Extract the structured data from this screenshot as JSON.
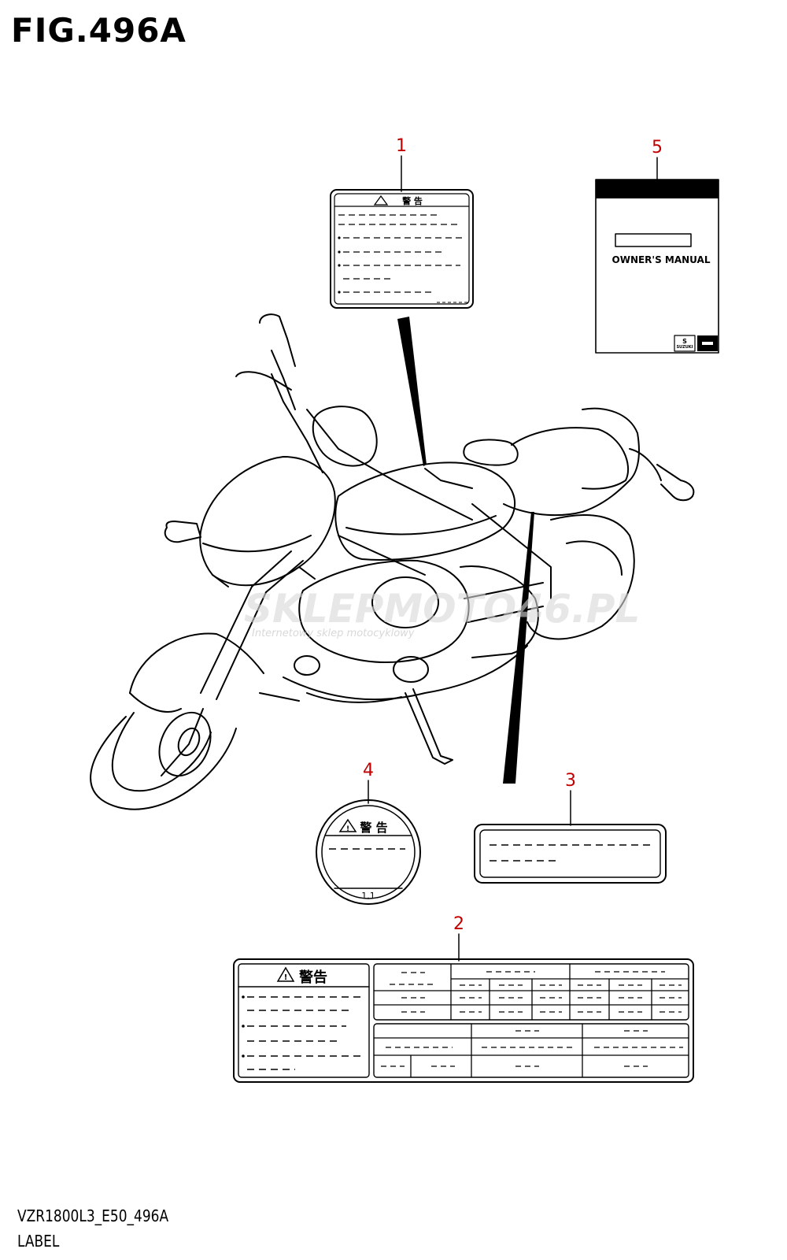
{
  "figure": {
    "title": "FIG.496A"
  },
  "footer": {
    "code": "VZR1800L3_E50_496A",
    "label": "LABEL"
  },
  "callouts": [
    {
      "number": "1"
    },
    {
      "number": "2"
    },
    {
      "number": "3"
    },
    {
      "number": "4"
    },
    {
      "number": "5"
    }
  ],
  "label_1": {
    "heading": "警 告"
  },
  "label_2": {
    "heading": "警告"
  },
  "label_4": {
    "heading": "警 告",
    "footer": "1.1"
  },
  "manual": {
    "title": "OWNER'S MANUAL",
    "brand": "SUZUKI"
  },
  "watermark": {
    "site": "SKLEPMOTO46.PL",
    "tagline": "Internetowy sklep motocyklowy"
  }
}
